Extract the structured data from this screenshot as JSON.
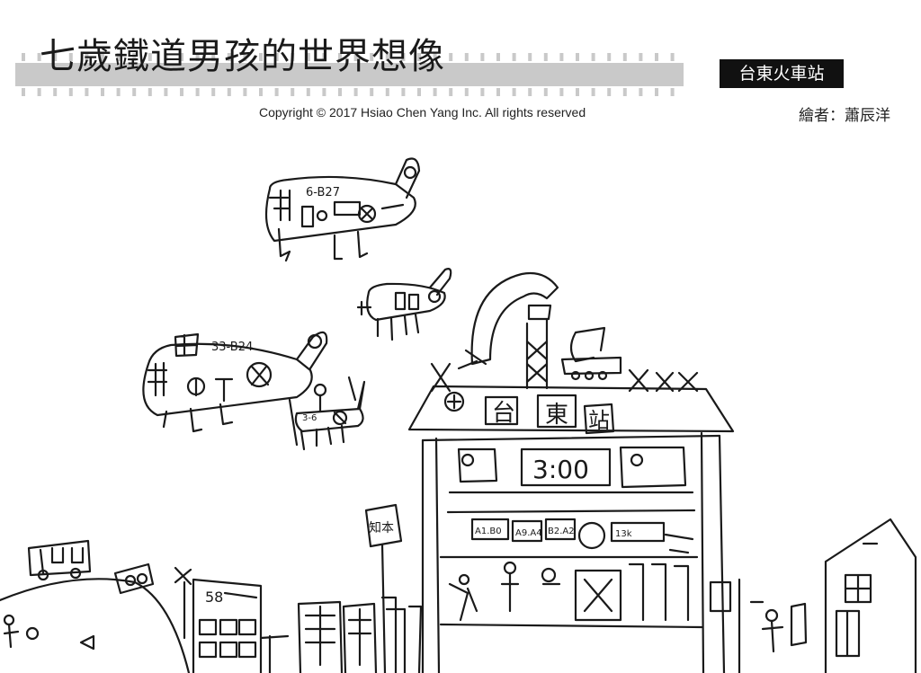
{
  "header": {
    "title": "七歲鐵道男孩的世界想像",
    "station_badge": "台東火車站",
    "copyright": "Copyright © 2017 Hsiao Chen Yang Inc. All rights reserved",
    "author": "繪者：蕭辰洋"
  },
  "drawing": {
    "plane_top_code": "6-B27",
    "plane_left_code": "33-B24",
    "small_plane_code": "3-6",
    "station_name": [
      "台",
      "東",
      "站"
    ],
    "clock_time": "3:00",
    "platform_codes": [
      "A1.B0",
      "A9.A4",
      "B2.A2",
      "13k"
    ],
    "sign_text": "知本",
    "bus_number": "58",
    "ink_color": "#1a1a1a",
    "rail_color": "#c9c9c9"
  }
}
